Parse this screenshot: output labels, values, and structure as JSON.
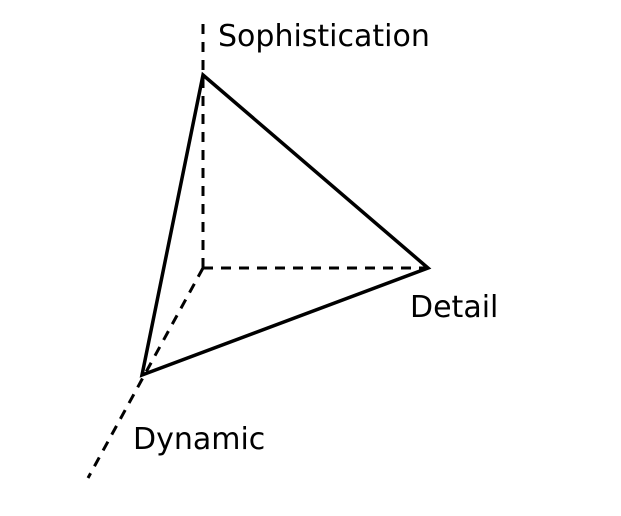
{
  "diagram": {
    "labels": {
      "sophistication": "Sophistication",
      "detail": "Detail",
      "dynamic": "Dynamic"
    },
    "colors": {
      "stroke": "#000000",
      "background": "#ffffff"
    }
  }
}
